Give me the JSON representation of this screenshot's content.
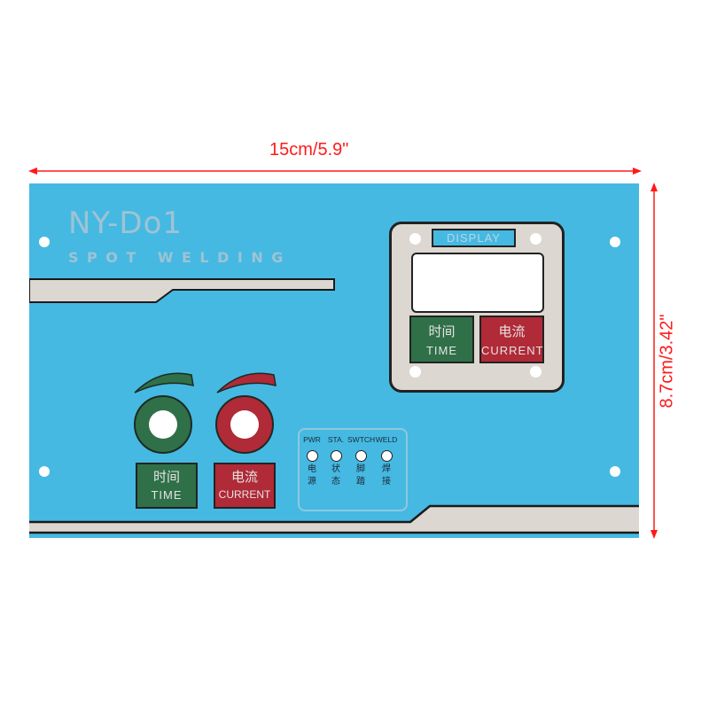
{
  "dimensions": {
    "width_label": "15cm/5.9\"",
    "height_label": "8.7cm/3.42\"",
    "arrow_color": "#ff1a1a"
  },
  "panel": {
    "background": "#45b9e2",
    "model": "NY-Do1",
    "subtitle": "SPOT WELDING",
    "display": {
      "tag": "DISPLAY",
      "keys": [
        {
          "cn": "时间",
          "en": "TIME",
          "color": "#2f7048"
        },
        {
          "cn": "电流",
          "en": "CURRENT",
          "color": "#b02a37"
        }
      ]
    },
    "knobs": [
      {
        "name": "time-knob",
        "color": "#2f7048",
        "cn": "时间",
        "en": "TIME"
      },
      {
        "name": "current-knob",
        "color": "#b02a37",
        "cn": "电流",
        "en": "CURRENT"
      }
    ],
    "indicators": [
      {
        "label": "PWR",
        "cn1": "电",
        "cn2": "源"
      },
      {
        "label": "STA.",
        "cn1": "状",
        "cn2": "态"
      },
      {
        "label": "SWTCH",
        "cn1": "脚",
        "cn2": "踏"
      },
      {
        "label": "WELD",
        "cn1": "焊",
        "cn2": "接"
      }
    ]
  }
}
